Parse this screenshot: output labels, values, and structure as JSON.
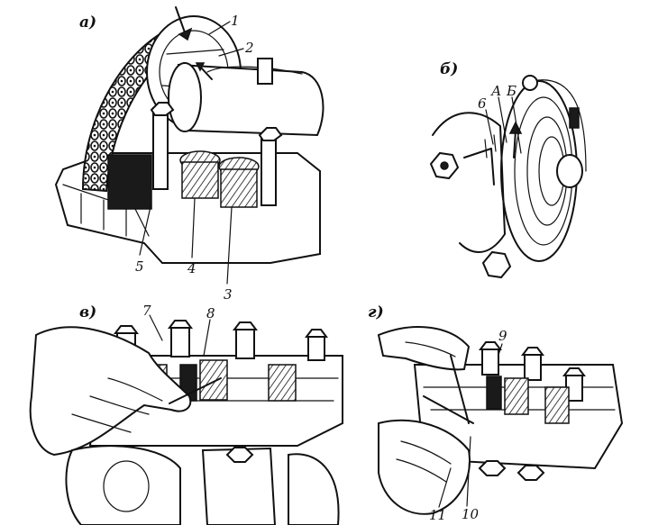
{
  "panels": [
    {
      "id": "a",
      "letter": "а)",
      "callouts": [
        "1",
        "2",
        "3",
        "4",
        "5"
      ]
    },
    {
      "id": "b",
      "letter": "б)",
      "callouts": [
        "6"
      ],
      "marks": [
        "А",
        "Б"
      ]
    },
    {
      "id": "v",
      "letter": "в)",
      "callouts": [
        "7",
        "8"
      ]
    },
    {
      "id": "g",
      "letter": "г)",
      "callouts": [
        "9",
        "10",
        "11"
      ]
    }
  ]
}
